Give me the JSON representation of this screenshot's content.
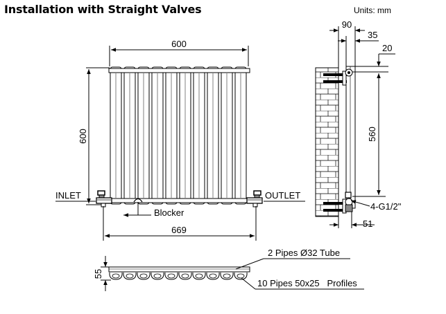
{
  "title": "Installation with Straight Valves",
  "units": "Units: mm",
  "front_view": {
    "width_label": "600",
    "height_label": "600",
    "overall_width_label": "669",
    "inlet_label": "INLET",
    "outlet_label": "OUTLET",
    "blocker_label": "Blocker",
    "pipe_count": 10
  },
  "side_view": {
    "dim_90": "90",
    "dim_35": "35",
    "dim_20": "20",
    "dim_560": "560",
    "dim_51": "51",
    "connection_label": "4-G1/2\""
  },
  "top_view": {
    "height_label": "55",
    "tube_label": "2 Pipes Ø32 Tube",
    "profile_label": "10 Pipes 50x25   Profiles"
  }
}
